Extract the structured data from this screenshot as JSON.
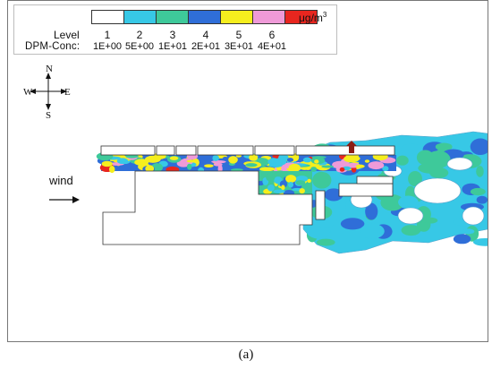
{
  "legend": {
    "unit_base": "μg/m",
    "unit_exp": "3",
    "level_title": "Level",
    "conc_title": "DPM-Conc:",
    "levels": [
      "1",
      "2",
      "3",
      "4",
      "5",
      "6"
    ],
    "concentrations": [
      "1E+00",
      "5E+00",
      "1E+01",
      "2E+01",
      "3E+01",
      "4E+01"
    ],
    "colors": [
      "#ffffff",
      "#37c8e6",
      "#3ec99a",
      "#2f6ed8",
      "#f5ee1e",
      "#ef9ad8",
      "#e8261f"
    ]
  },
  "compass": {
    "north": "N",
    "south": "S",
    "east": "E",
    "west": "W"
  },
  "wind_label": "wind",
  "caption": "(a)"
}
